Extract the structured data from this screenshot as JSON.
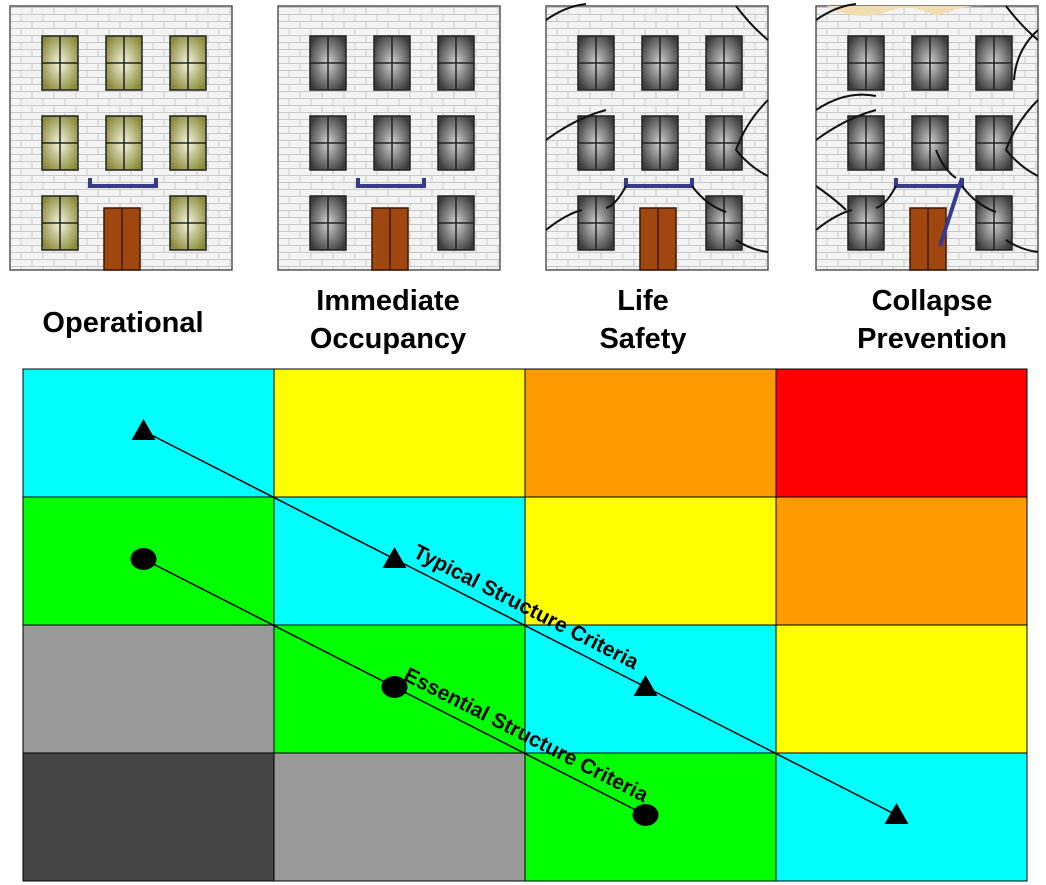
{
  "buildings": [
    {
      "id": "operational",
      "lines": [
        "Operational"
      ],
      "window_style": "lit",
      "damage": 0
    },
    {
      "id": "immediate-occupancy",
      "lines": [
        "Immediate",
        "Occupancy"
      ],
      "window_style": "dark",
      "damage": 1
    },
    {
      "id": "life-safety",
      "lines": [
        "Life",
        "Safety"
      ],
      "window_style": "dark",
      "damage": 2
    },
    {
      "id": "collapse-prevention",
      "lines": [
        "Collapse",
        "Prevention"
      ],
      "window_style": "dark",
      "damage": 3
    }
  ],
  "matrix": {
    "rows": 4,
    "cols": 4,
    "cell_colors": [
      [
        "#00ffff",
        "#ffff00",
        "#ff9900",
        "#ff0000"
      ],
      [
        "#00ff00",
        "#00ffff",
        "#ffff00",
        "#ff9900"
      ],
      [
        "#999999",
        "#00ff00",
        "#00ffff",
        "#ffff00"
      ],
      [
        "#444444",
        "#999999",
        "#00ff00",
        "#00ffff"
      ]
    ]
  },
  "criteria": [
    {
      "label": "Typical Structure Criteria",
      "marker": "triangle",
      "points": [
        [
          0,
          0
        ],
        [
          1,
          1
        ],
        [
          2,
          2
        ],
        [
          3,
          3
        ]
      ]
    },
    {
      "label": "Essential Structure Criteria",
      "marker": "circle",
      "points": [
        [
          0,
          1
        ],
        [
          1,
          2
        ],
        [
          2,
          3
        ]
      ]
    }
  ],
  "colors": {
    "wall": "#f3f3f3",
    "brick_line": "#c8c8c8",
    "door": "#a0460f",
    "balcony": "#3a3a8c",
    "window_lit": "#d8d8a8",
    "window_dark": "#5a5a5a"
  }
}
